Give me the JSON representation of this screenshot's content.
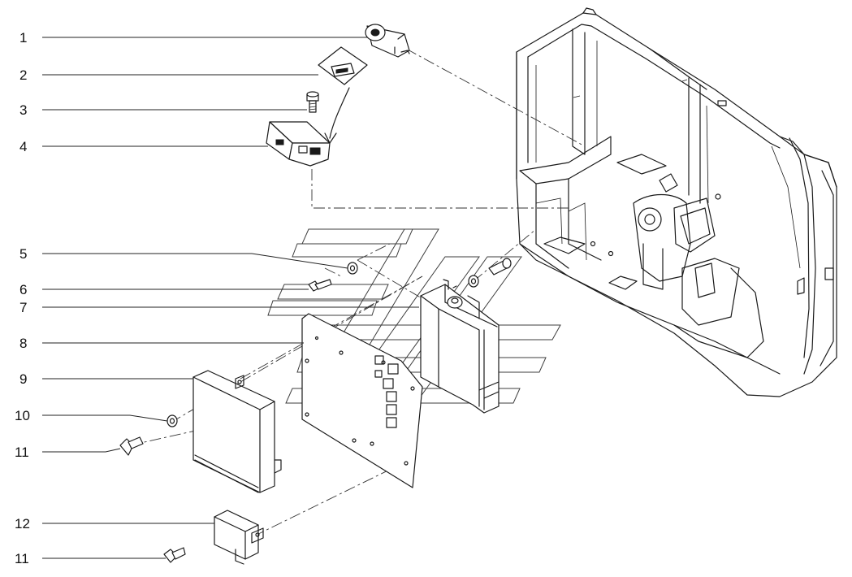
{
  "diagram": {
    "callouts": [
      {
        "id": "c1",
        "label": "1"
      },
      {
        "id": "c2",
        "label": "2"
      },
      {
        "id": "c3",
        "label": "3"
      },
      {
        "id": "c4",
        "label": "4"
      },
      {
        "id": "c5",
        "label": "5"
      },
      {
        "id": "c6",
        "label": "6"
      },
      {
        "id": "c7",
        "label": "7"
      },
      {
        "id": "c8",
        "label": "8"
      },
      {
        "id": "c9",
        "label": "9"
      },
      {
        "id": "c10",
        "label": "10"
      },
      {
        "id": "c11a",
        "label": "11"
      },
      {
        "id": "c12",
        "label": "12"
      },
      {
        "id": "c11b",
        "label": "11"
      }
    ],
    "parts": {
      "p1": "connector-socket",
      "p2": "fuse",
      "p3": "screw",
      "p4": "fuse-holder",
      "p5": "washer",
      "p6": "bolt",
      "p7": "mounting-bracket",
      "p8": "mounting-plate",
      "p9": "control-unit",
      "p10": "washer",
      "p11": "bolt",
      "p12": "relay",
      "cab": "operator-cab"
    }
  },
  "colors": {
    "line": "#1a1a1a",
    "background": "#ffffff"
  }
}
